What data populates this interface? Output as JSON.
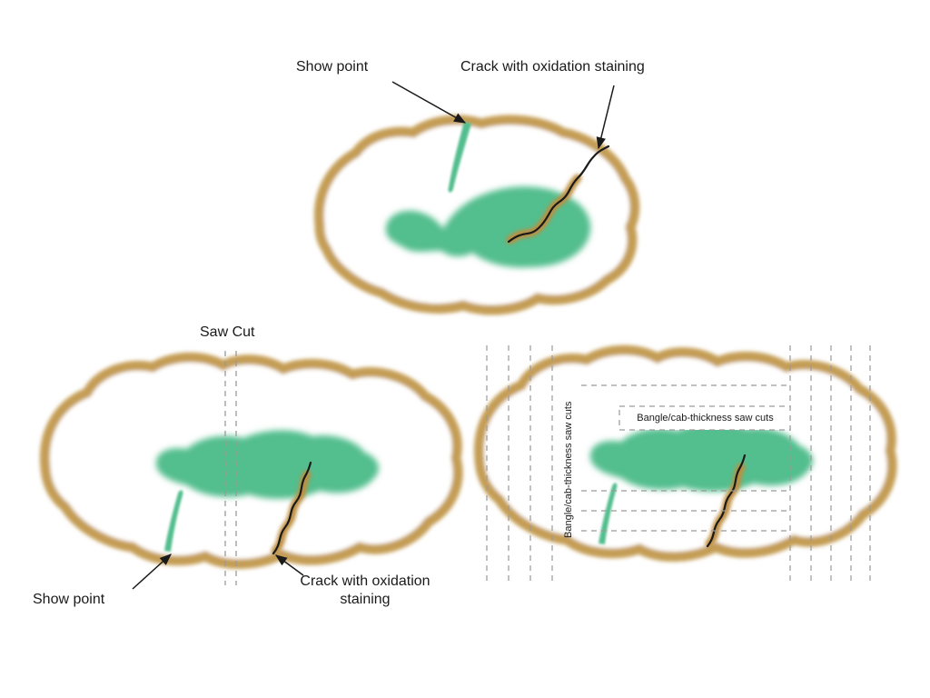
{
  "labels": {
    "top": {
      "show_point": "Show point",
      "crack": "Crack with oxidation staining"
    },
    "bottom_left": {
      "saw_cut": "Saw Cut",
      "show_point": "Show point",
      "crack": "Crack with oxidation staining"
    },
    "bottom_right": {
      "vertical_saw_cuts": "Bangle/cab-thickness saw cuts",
      "horizontal_saw_cuts": "Bangle/cab-thickness saw cuts"
    }
  },
  "colors": {
    "rind_tan": "#C49D55",
    "jade_green": "#52BE8E",
    "oxidation_stain": "#BE8E40",
    "crack_black": "#1A1A1A",
    "saw_cut_gray": "#9A9A9A",
    "background": "#FFFFFF",
    "text": "#1A1A1A"
  }
}
